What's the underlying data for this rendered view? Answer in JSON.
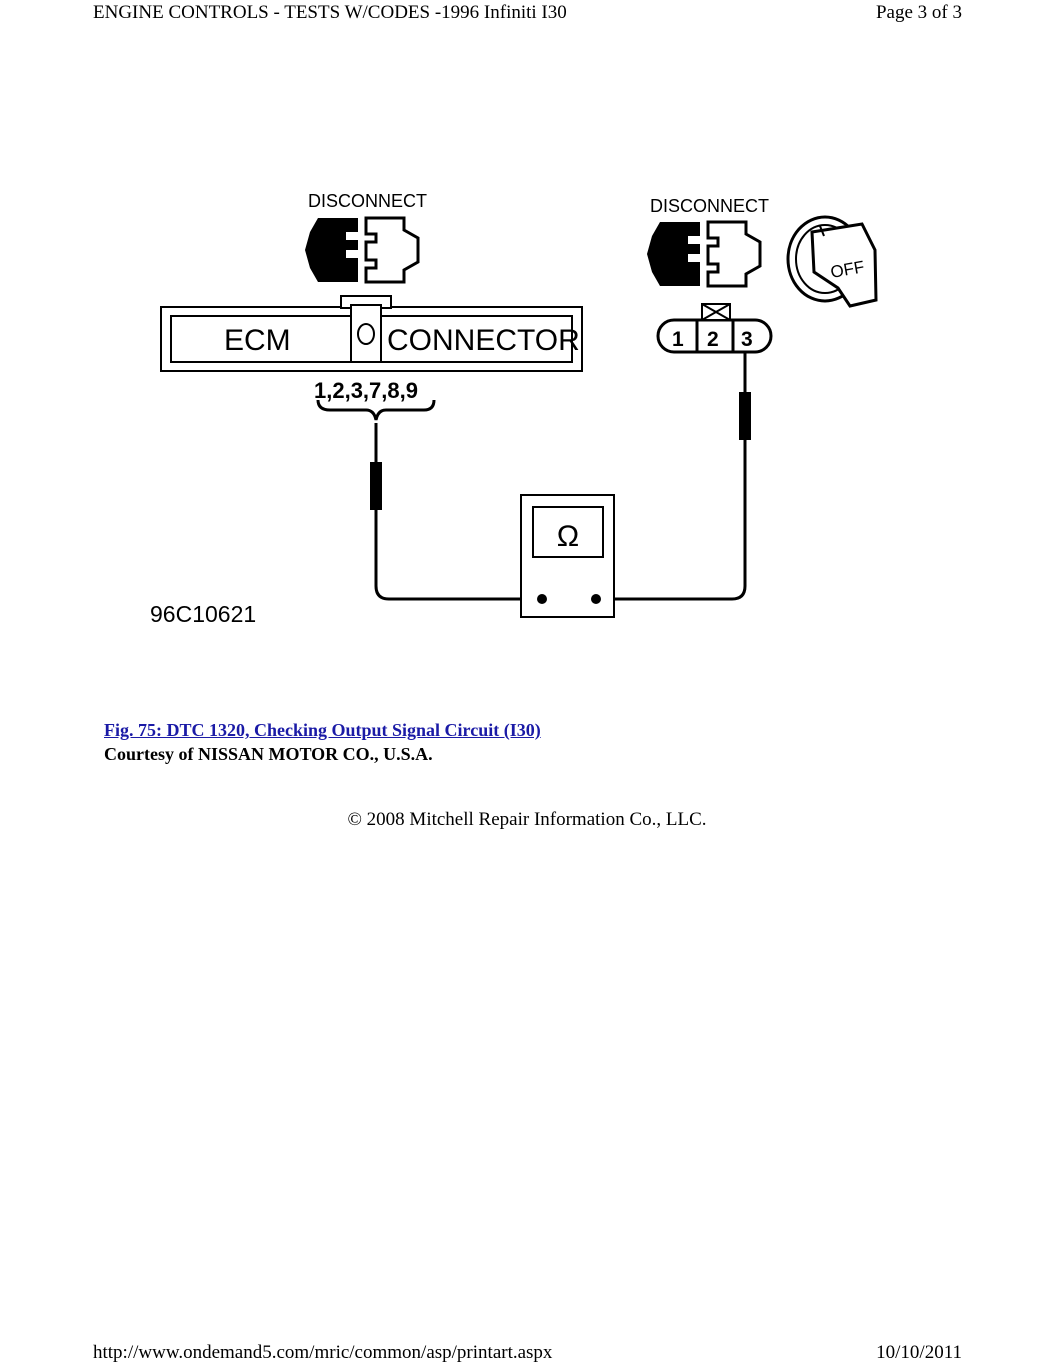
{
  "header": {
    "title": "ENGINE CONTROLS - TESTS W/CODES -1996 Infiniti I30",
    "page": "Page 3 of 3"
  },
  "diagram": {
    "disconnect_left": "DISCONNECT",
    "disconnect_right": "DISCONNECT",
    "ecm_label": "ECM",
    "connector_label": "CONNECTOR",
    "terminals": "1,2,3,7,8,9",
    "pin_1": "1",
    "pin_2": "2",
    "pin_3": "3",
    "key_label": "OFF",
    "ohm_symbol": "Ω",
    "figure_code": "96C10621"
  },
  "caption": {
    "title": "Fig. 75: DTC 1320, Checking Output Signal Circuit (I30)",
    "courtesy": "Courtesy of NISSAN MOTOR CO., U.S.A."
  },
  "copyright": "© 2008 Mitchell Repair Information Co., LLC.",
  "footer": {
    "url": "http://www.ondemand5.com/mric/common/asp/printart.aspx",
    "date": "10/10/2011"
  }
}
